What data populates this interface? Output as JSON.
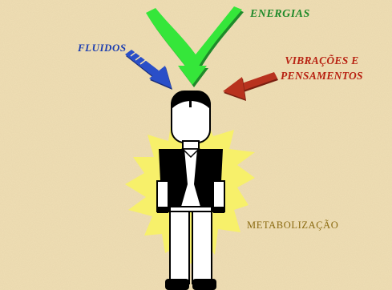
{
  "labels": {
    "energias": "ENERGIAS",
    "fluidos": "FLUIDOS",
    "vibracoes_line1": "VIBRAÇÕES E",
    "vibracoes_line2": "PENSAMENTOS",
    "metabolizacao": "METABOLIZAÇÃO"
  },
  "colors": {
    "background": "#f0dfb4",
    "energias_arrow": "#35e63a",
    "energias_text": "#1f8a2a",
    "fluidos_arrow": "#2a4fc8",
    "fluidos_text": "#1e3fb0",
    "vibracoes_arrow": "#b8321e",
    "vibracoes_text": "#b82212",
    "burst": "#f7f06a",
    "metabolizacao_text": "#8a6a10"
  },
  "icons": {
    "figure": "person-figure",
    "burst": "starburst-shape"
  }
}
